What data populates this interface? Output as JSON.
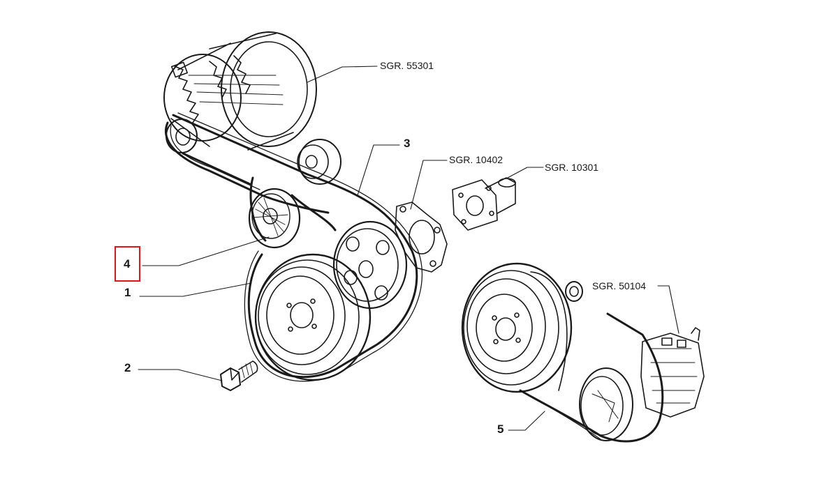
{
  "callouts": {
    "item_1": "1",
    "item_2": "2",
    "item_3": "3",
    "item_4": "4",
    "item_5": "5",
    "ref_alternator": "SGR. 55301",
    "ref_water_pump_a": "SGR. 10402",
    "ref_water_pump_b": "SGR. 10301",
    "ref_compressor": "SGR. 50104"
  },
  "selection": {
    "selected_item": "4",
    "highlight_color": "#e0161b"
  },
  "colors": {
    "line": "#1a1a1a",
    "background": "#ffffff"
  }
}
